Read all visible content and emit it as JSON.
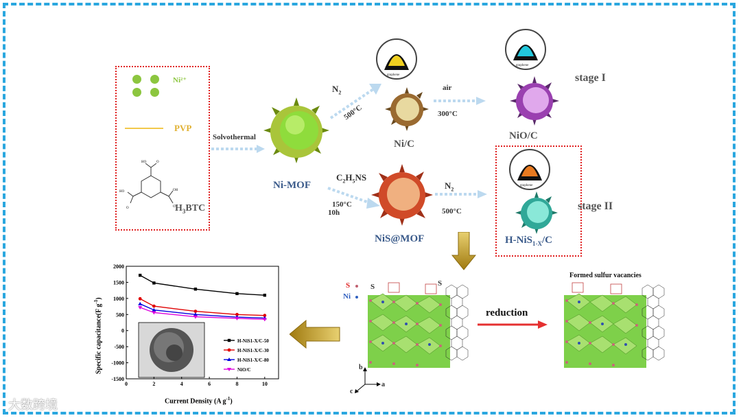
{
  "reactants": {
    "ni": "Ni²⁺",
    "pvp": "PVP",
    "btc": "H3BTC",
    "btc_sub": "3"
  },
  "labels": {
    "solvothermal": "Solvothermal",
    "nimof": "Ni-MOF",
    "n2_top": "N",
    "n2_sub": "2",
    "temp_top": "500°C",
    "nic": "Ni/C",
    "air": "air",
    "temp_300": "300°C",
    "nioc": "NiO/C",
    "stage1": "stage I",
    "c2h5ns": "C2H5NS",
    "temp_150": "150°C",
    "time_10h": "10h",
    "nis_mof": "NiS@MOF",
    "n2_bottom": "N",
    "temp_500b": "500°C",
    "hnis": "H-NiS1-X/C",
    "stage2": "stage II",
    "graphene": "graphene",
    "s_legend": "S",
    "ni_legend": "Ni",
    "s_marker": "S",
    "reduction": "reduction",
    "vacancies": "Formed sulfur vacancies",
    "axis_a": "a",
    "axis_b": "b",
    "axis_c": "c"
  },
  "colors": {
    "frame": "#2aa7df",
    "green_ni": "#8cc63f",
    "pvp": "#f2c84b",
    "red_box": "#e02020",
    "arrow_light": "#bcd9ef",
    "big_arrow": "#c8a020",
    "reduction_arrow": "#e53030"
  },
  "chart_data": {
    "type": "line",
    "xlabel": "Current Density (A g⁻¹)",
    "ylabel": "Specific capacitance(F g⁻¹)",
    "xlim": [
      0,
      11
    ],
    "ylim": [
      -1500,
      2000
    ],
    "xticks": [
      "0",
      "2",
      "4",
      "6",
      "8",
      "10"
    ],
    "yticks": [
      "2000",
      "1500",
      "1000",
      "500",
      "0",
      "-500",
      "-1000",
      "-1500"
    ],
    "x": [
      1,
      2,
      5,
      8,
      10
    ],
    "series": [
      {
        "name": "H-NiS1-X/C-50",
        "color": "#000000",
        "marker": "square",
        "values": [
          1720,
          1480,
          1290,
          1150,
          1100
        ]
      },
      {
        "name": "H-NiS1-X/C-30",
        "color": "#e00000",
        "marker": "circle",
        "values": [
          990,
          760,
          600,
          500,
          470
        ]
      },
      {
        "name": "H-NiS1-X/C-80",
        "color": "#0000dd",
        "marker": "triangle",
        "values": [
          830,
          640,
          500,
          420,
          390
        ]
      },
      {
        "name": "NiO/C",
        "color": "#dd00dd",
        "marker": "triangle-down",
        "values": [
          720,
          560,
          430,
          380,
          350
        ]
      }
    ],
    "legend": "bottom-right"
  },
  "watermark": "大数跨境"
}
